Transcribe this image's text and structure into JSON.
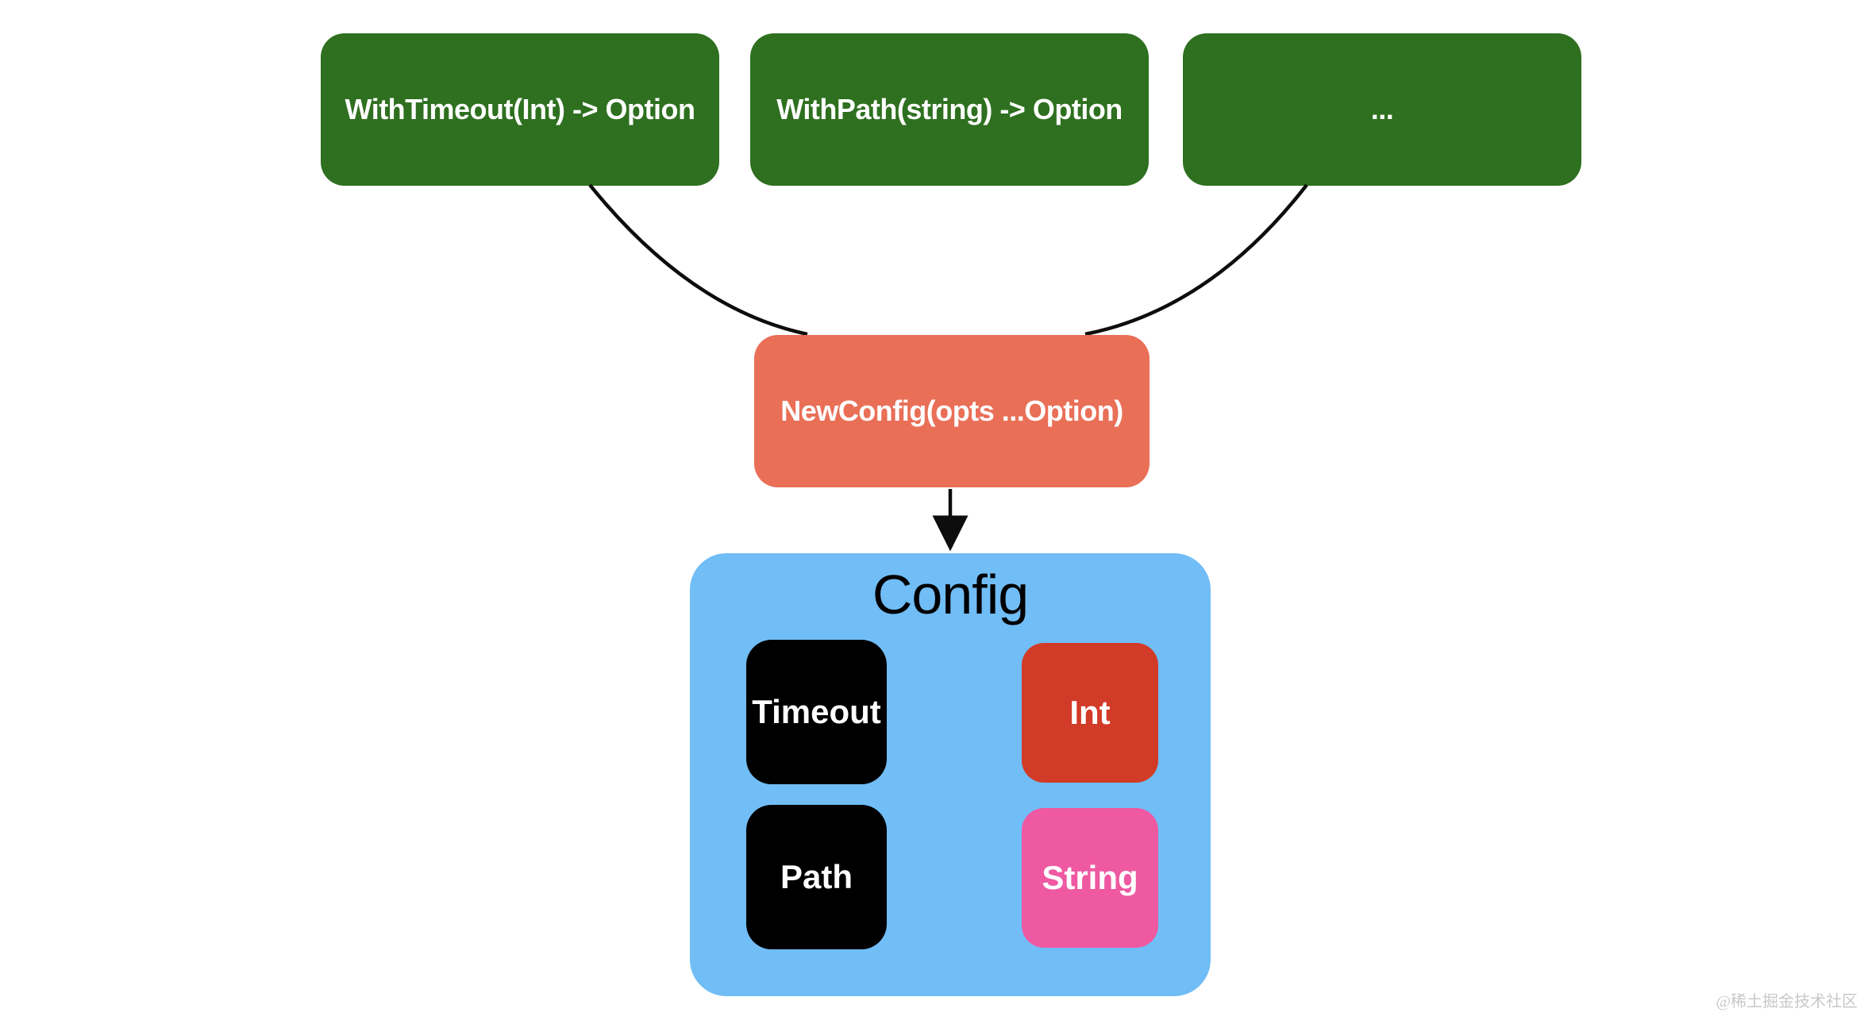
{
  "diagram": {
    "option_boxes": [
      {
        "label": "WithTimeout(Int) -> Option"
      },
      {
        "label": "WithPath(string) -> Option"
      },
      {
        "label": "..."
      }
    ],
    "constructor_box": {
      "label": "NewConfig(opts ...Option)"
    },
    "config_container": {
      "title": "Config",
      "fields": [
        {
          "name": "Timeout",
          "type": "Int"
        },
        {
          "name": "Path",
          "type": "String"
        }
      ]
    },
    "watermark": "@稀土掘金技术社区",
    "colors": {
      "option_green": "#2e701f",
      "constructor_salmon": "#e96f57",
      "config_blue": "#71bdf6",
      "field_black": "#000000",
      "type_int_red": "#d23b27",
      "type_string_pink": "#ee59a2",
      "connector_black": "#0d0d0d",
      "watermark_gray": "#c8c8c8"
    }
  }
}
